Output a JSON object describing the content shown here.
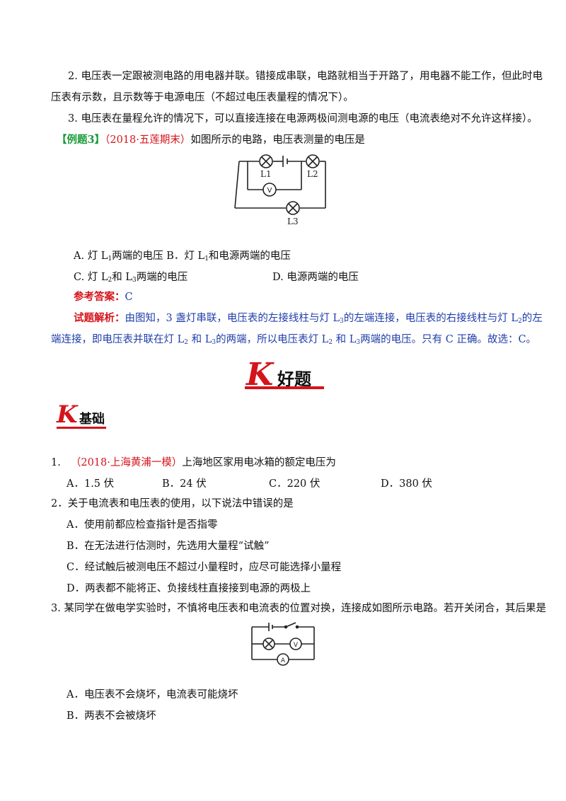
{
  "intro": {
    "point2_line1": "2. 电压表一定跟被测电路的用电器并联。错接成串联，电路就相当于开路了，用电器不能工作，但此时电",
    "point2_line2": "压表有示数，且示数等于电源电压（不超过电压表量程的情况下）。",
    "point3": "3. 电压表在量程允许的情况下，可以直接连接在电源两极间测电源的电压（电流表绝对不允许这样接）。"
  },
  "example3": {
    "tag": "【例题3】",
    "source": "（2018·五莲期末）",
    "question": "如图所示的电路，电压表测量的电压是",
    "fig_labels": {
      "l1": "L1",
      "l2": "L2",
      "l3": "L3",
      "v": "V"
    },
    "optA_pre": "A. 灯 L",
    "optA_sub": "1",
    "optA_post": "两端的电压",
    "optB_pre": "B．灯 L",
    "optB_sub": "1",
    "optB_post": "和电源两端的电压",
    "optC_pre": "C. 灯 L",
    "optC_sub1": "2",
    "optC_mid": "和 L",
    "optC_sub2": "3",
    "optC_post": "两端的电压",
    "optD": "D. 电源两端的电压",
    "answer_label": "参考答案：",
    "answer_value": "C",
    "analysis_label": "试题解析：",
    "analysis_l1_a": "由图知，3 盏灯串联，电压表的左接线柱与灯 L",
    "analysis_l1_sub1": "3",
    "analysis_l1_b": "的左端连接，电压表的右接线柱与灯 L",
    "analysis_l1_sub2": "2",
    "analysis_l1_c": "的左",
    "analysis_l2_a": "端连接，即电压表并联在灯 L",
    "analysis_l2_sub1": "2",
    "analysis_l2_b": " 和 L",
    "analysis_l2_sub2": "3",
    "analysis_l2_c": "的两端，所以电压表灯 L",
    "analysis_l2_sub3": "2",
    "analysis_l2_d": " 和 L",
    "analysis_l2_sub4": "3",
    "analysis_l2_e": "两端的电压。只有 C 正确。故选：C。"
  },
  "section_main": {
    "letter": "K",
    "title": "好题"
  },
  "section_sub": {
    "letter": "K",
    "title": "基础"
  },
  "q1": {
    "num": "1.",
    "source": "（2018·上海黄浦一模）",
    "text": "上海地区家用电冰箱的额定电压为",
    "options": [
      "A．1.5 伏",
      "B．24 伏",
      "C．220 伏",
      "D．380 伏"
    ]
  },
  "q2": {
    "text": "2．关于电流表和电压表的使用，以下说法中错误的是",
    "options": [
      "A．使用前都应检查指针是否指零",
      "B．在无法进行估测时，先选用大量程“试触”",
      "C．经试触后被测电压不超过小量程时，应尽可能选择小量程",
      "D．两表都不能将正、负接线柱直接接到电源的两极上"
    ]
  },
  "q3": {
    "text": "3. 某同学在做电学实验时，不慎将电压表和电流表的位置对换，连接成如图所示电路。若开关闭合，其后果是",
    "fig_labels": {
      "v": "V",
      "a": "A"
    },
    "options": [
      "A．电压表不会烧坏，电流表可能烧坏",
      "B．两表不会被烧坏"
    ]
  }
}
